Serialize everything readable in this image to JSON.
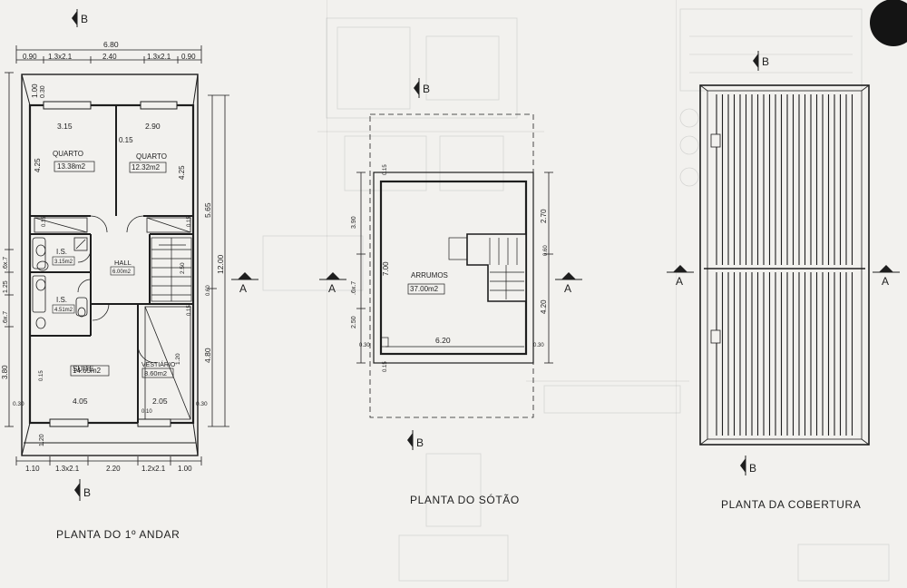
{
  "titles": {
    "first_floor": "PLANTA DO 1º ANDAR",
    "attic": "PLANTA DO SÓTÃO",
    "roof": "PLANTA DA COBERTURA"
  },
  "section_marks": {
    "a": "A",
    "b": "B"
  },
  "first_floor": {
    "overall_width": "6.80",
    "overall_height": "12.00",
    "top_dims": [
      "0.90",
      "1.3x2.1",
      "2.40",
      "1.3x2.1",
      "0.90"
    ],
    "bottom_dims": [
      "1.10",
      "1.3x2.1",
      "2.20",
      "1.2x2.1",
      "1.00"
    ],
    "right_dims": [
      "5.65",
      "4.80"
    ],
    "left_dims": [
      "1.00",
      "0.30",
      "4.25",
      ".6x.7",
      "1.25",
      ".6x.7",
      "3.80",
      "0.30",
      "1.20"
    ],
    "inner_dims": {
      "w_quarto1": "3.15",
      "w_quarto2": "2.90",
      "wall_015": "0.15",
      "h_quarto2": "4.25",
      "w_suite": "4.05",
      "w_vestiario": "2.05",
      "r_030": "0.30",
      "r_060": "0.60",
      "w_010": "0.10",
      "h_vest": "1.20",
      "small_015": "0.15",
      "small_015b": "0.15",
      "stair_250": "2.50",
      "h_015": "0.15"
    },
    "rooms": {
      "quarto1": {
        "name": "QUARTO",
        "area": "13.38m2"
      },
      "quarto2": {
        "name": "QUARTO",
        "area": "12.32m2"
      },
      "hall": {
        "name": "HALL",
        "area": "6.00m2"
      },
      "is1": {
        "name": "I.S.",
        "area": "3.15m2"
      },
      "is2": {
        "name": "I.S.",
        "area": "4.51m2"
      },
      "suite": {
        "name": "SUITE",
        "area": "14.65m2"
      },
      "vestiario": {
        "name": "VESTIÁRIO",
        "area": "8.60m2"
      }
    }
  },
  "attic": {
    "room": {
      "name": "ARRUMOS",
      "area": "37.00m2"
    },
    "dims": {
      "width": "6.20",
      "left_390": "3.90",
      "left_700": "7.00",
      "left_window": ".6x.7",
      "left_250": "2.50",
      "right_270": "2.70",
      "right_420": "4.20",
      "right_060": "0.60",
      "top_015": "0.15",
      "bot_015": "0.15",
      "bl_030": "0.30",
      "br_030": "0.30"
    }
  },
  "colors": {
    "paper": "#f2f1ee",
    "ink": "#1e1e1e",
    "faint": "#c9c9c7"
  }
}
